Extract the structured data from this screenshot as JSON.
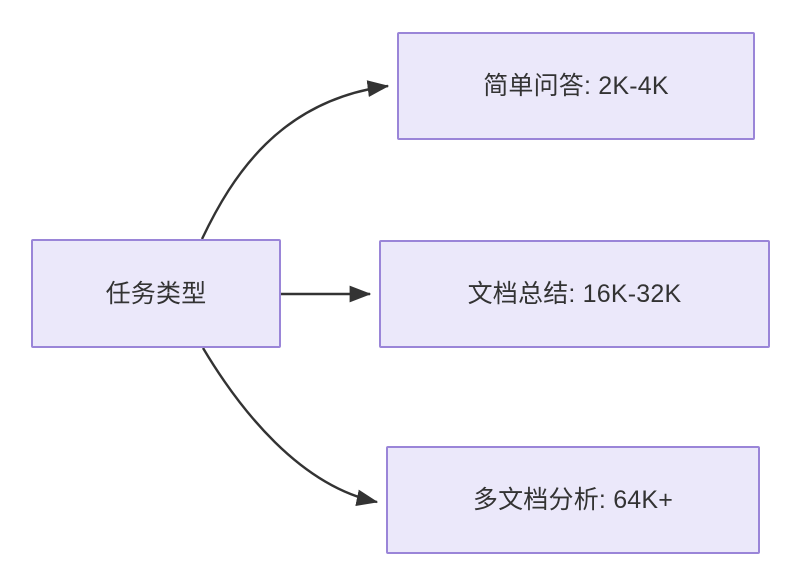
{
  "diagram": {
    "type": "flowchart",
    "orientation": "left-to-right",
    "background_color": "#ffffff",
    "node_fill_color": "#ebe8fa",
    "node_border_color": "#9a85d8",
    "node_text_color": "#333333",
    "edge_color": "#333333",
    "root": {
      "id": "root",
      "label": "任务类型"
    },
    "branches": [
      {
        "id": "simple-qa",
        "label": "简单问答: 2K-4K",
        "task": "简单问答",
        "context_length": "2K-4K",
        "edge_style": "curved"
      },
      {
        "id": "doc-sum",
        "label": "文档总结: 16K-32K",
        "task": "文档总结",
        "context_length": "16K-32K",
        "edge_style": "straight"
      },
      {
        "id": "multi-doc",
        "label": "多文档分析: 64K+",
        "task": "多文档分析",
        "context_length": "64K+",
        "edge_style": "curved"
      }
    ]
  }
}
